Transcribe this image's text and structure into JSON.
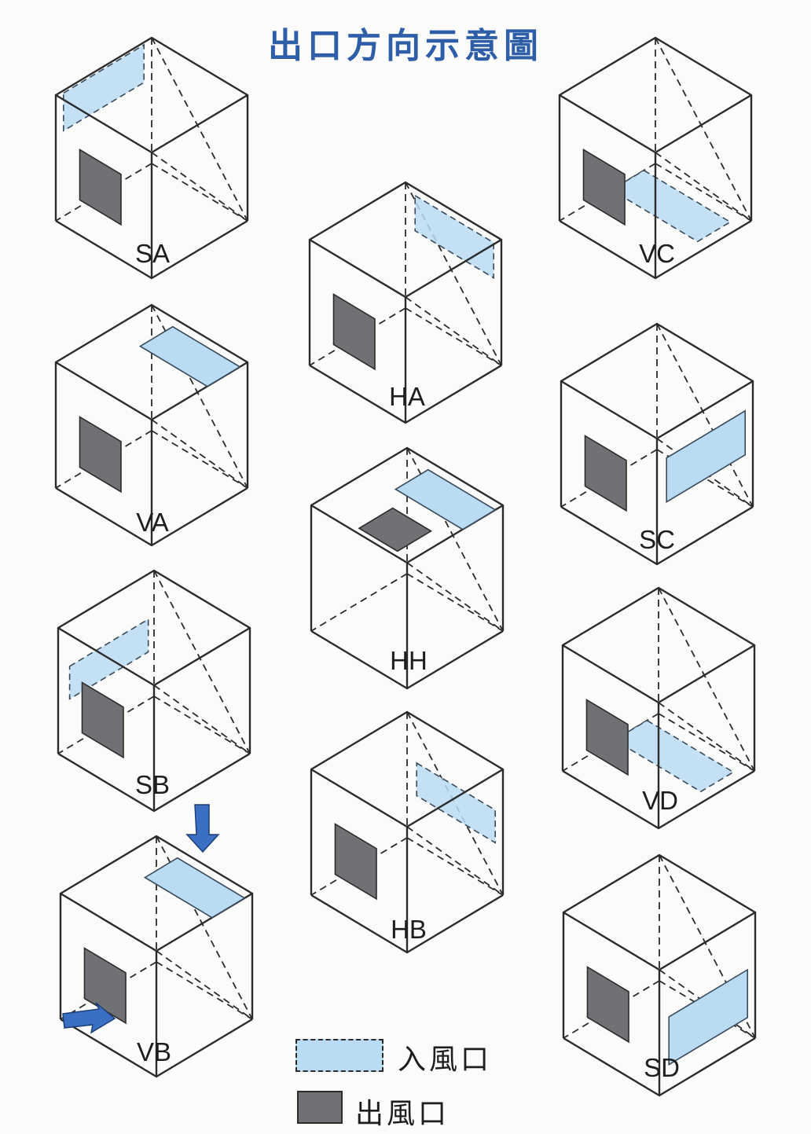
{
  "title": "出口方向示意圖",
  "cubes": [
    {
      "label": "SA",
      "inlet": "back-left-upper",
      "outlet": "left-face"
    },
    {
      "label": "HA",
      "inlet": "back-right-upper",
      "outlet": "left-face"
    },
    {
      "label": "VC",
      "inlet": "bottom-face",
      "outlet": "left-face"
    },
    {
      "label": "VA",
      "inlet": "top-face",
      "outlet": "left-face"
    },
    {
      "label": "SC",
      "inlet": "right-face",
      "outlet": "left-face"
    },
    {
      "label": "HH",
      "inlet": "top-face",
      "outlet": "top-face"
    },
    {
      "label": "SB",
      "inlet": "back-left-lower",
      "outlet": "left-face"
    },
    {
      "label": "VD",
      "inlet": "bottom-face",
      "outlet": "left-face"
    },
    {
      "label": "HB",
      "inlet": "back-right-lower",
      "outlet": "left-face"
    },
    {
      "label": "VB",
      "inlet": "top-face",
      "outlet": "left-face"
    },
    {
      "label": "SD",
      "inlet": "right-face-lower",
      "outlet": "left-face"
    }
  ],
  "legend": {
    "inlet_label": "入風口",
    "outlet_label": "出風口"
  },
  "colors": {
    "title": "#2f5ea8",
    "inlet": "#b9dbf3",
    "outlet": "#6f7174",
    "line": "#2b2b2b",
    "arrow": "#3a6fc4"
  }
}
